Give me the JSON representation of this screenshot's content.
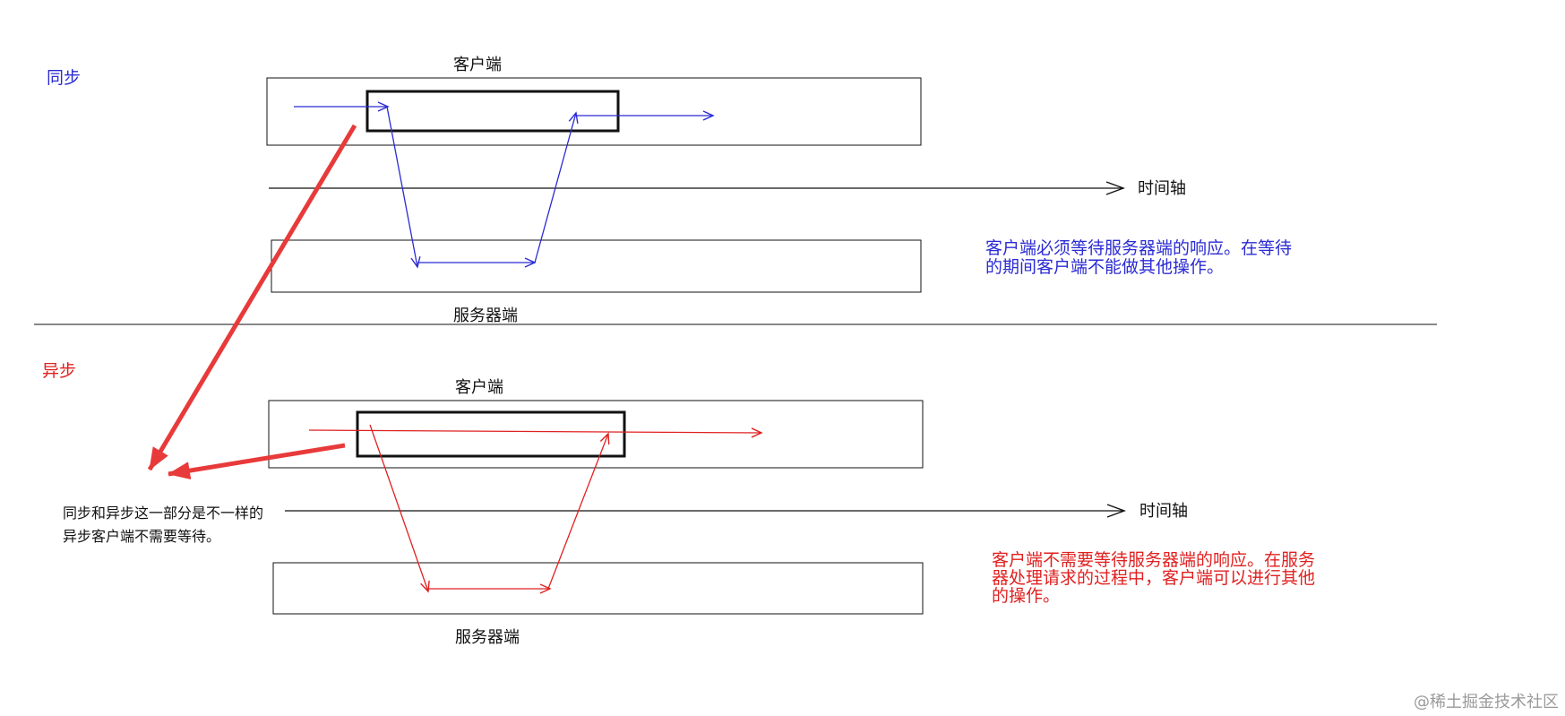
{
  "sync": {
    "section_label": "同步",
    "client_label": "客户端",
    "server_label": "服务器端",
    "timeline_label": "时间轴",
    "note_line1": "客户端必须等待服务器端的响应。在等待",
    "note_line2": "的期间客户端不能做其他操作。",
    "color": "#2b2bd4"
  },
  "async": {
    "section_label": "异步",
    "client_label": "客户端",
    "server_label": "服务器端",
    "timeline_label": "时间轴",
    "note_line1": "客户端不需要等待服务器端的响应。在服务",
    "note_line2": "器处理请求的过程中，客户端可以进行其他",
    "note_line3": "的操作。",
    "color": "#e02020"
  },
  "comparison_note": {
    "line1": "同步和异步这一部分是不一样的",
    "line2": "异步客户端不需要等待。"
  },
  "watermark": "@稀土掘金技术社区"
}
